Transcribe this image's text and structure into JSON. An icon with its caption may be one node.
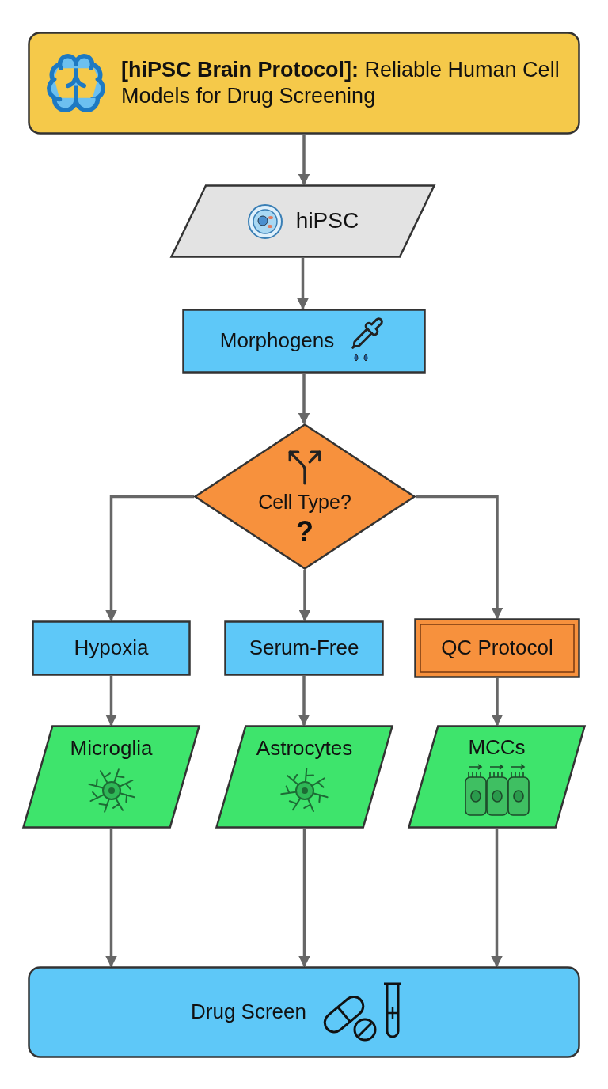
{
  "diagram": {
    "nodes": [
      {
        "text": [
          "**[hiPSC Brain Protocol]:** Reliable Human Cell Models for Drug Screening"
        ]
      },
      {
        "text": [
          "hiPSC"
        ]
      },
      {
        "text": [
          "Morphogens"
        ]
      },
      {
        "text": [
          "Cell Type?",
          "?"
        ]
      },
      {
        "text": [
          "Hypoxia"
        ]
      },
      {
        "text": [
          "Serum-Free"
        ]
      },
      {
        "text": [
          "QC Protocol"
        ]
      },
      {
        "text": [
          "Microglia"
        ]
      },
      {
        "text": [
          "Astrocytes"
        ]
      },
      {
        "text": [
          "MCCs"
        ]
      },
      {
        "text": [
          "Drug Screen"
        ]
      }
    ],
    "edges": [
      {
        "from": 0,
        "to": 1,
        "arrow": "to"
      },
      {
        "from": 1,
        "to": 2,
        "arrow": "to"
      },
      {
        "from": 2,
        "to": 3,
        "arrow": "to"
      },
      {
        "from": 3,
        "to": 4,
        "arrow": "to"
      },
      {
        "from": 3,
        "to": 5,
        "arrow": "to"
      },
      {
        "from": 3,
        "to": 6,
        "arrow": "to"
      },
      {
        "from": 4,
        "to": 7,
        "arrow": "to"
      },
      {
        "from": 5,
        "to": 8,
        "arrow": "to"
      },
      {
        "from": 6,
        "to": 9,
        "arrow": "to"
      },
      {
        "from": 7,
        "to": 10,
        "arrow": "to"
      },
      {
        "from": 8,
        "to": 10,
        "arrow": "to"
      },
      {
        "from": 9,
        "to": 10,
        "arrow": "to"
      }
    ]
  }
}
